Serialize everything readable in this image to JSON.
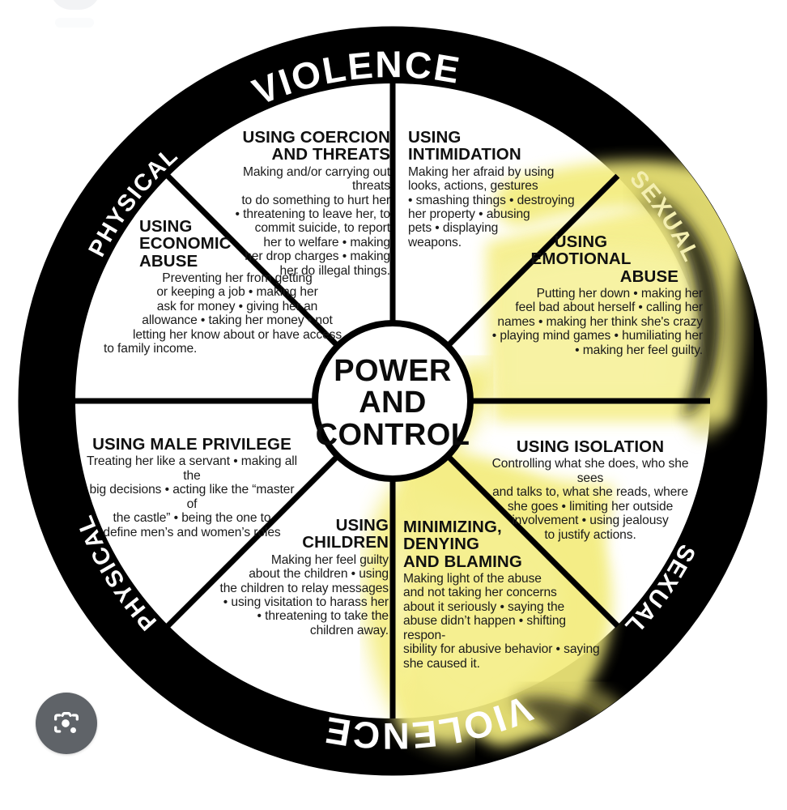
{
  "image": {
    "title": "Power and Control Wheel",
    "background_color": "#ffffff",
    "ink_color": "#000000",
    "highlight_color": "#f5ef8a"
  },
  "wheel": {
    "center_label_lines": [
      "POWER",
      "AND",
      "CONTROL"
    ],
    "outer_ring": {
      "top_left_label": "PHYSICAL",
      "top_center_label": "VIOLENCE",
      "top_right_label": "SEXUAL",
      "bottom_left_label": "PHYSICAL",
      "bottom_center_label": "VIOLENCE",
      "bottom_right_label": "SEXUAL"
    },
    "segments": [
      {
        "id": "using-coercion-and-threats",
        "heading": "USING COERCION\nAND THREATS",
        "heading_lines": [
          "USING COERCION",
          "AND THREATS"
        ],
        "body": "Making and/or carrying out threats to do something to hurt her • threatening to leave her, to commit suicide, to report her to welfare • making her drop charges • making her do illegal things.",
        "body_lines": [
          "Making and/or carrying out threats",
          "to do something to hurt her",
          "• threatening to leave her, to",
          "commit suicide, to report",
          "her to welfare • making",
          "her drop charges • making",
          "her do illegal things."
        ],
        "align": "right",
        "highlighted": false
      },
      {
        "id": "using-intimidation",
        "heading": "USING\nINTIMIDATION",
        "heading_lines": [
          "USING",
          "INTIMIDATION"
        ],
        "body": "Making her afraid by using looks, actions, gestures • smashing things • destroying her property • abusing pets • displaying weapons.",
        "body_lines": [
          "Making her afraid by using",
          "looks, actions, gestures",
          "• smashing things • destroying",
          "her property • abusing",
          "pets • displaying",
          "weapons."
        ],
        "align": "left",
        "highlighted": false
      },
      {
        "id": "using-economic-abuse",
        "heading": "USING\nECONOMIC\nABUSE",
        "heading_lines": [
          "USING",
          "ECONOMIC",
          "ABUSE"
        ],
        "body": "Preventing her from getting or keeping a job • making her ask for money • giving her an allowance • taking her money • not letting her know about or have access to family income.",
        "body_lines": [
          "Preventing her from getting",
          "or keeping a job • making her",
          "ask for money • giving her an",
          "allowance • taking her money • not",
          "letting her know about or have access",
          "to family income."
        ],
        "align": "left",
        "highlighted": false
      },
      {
        "id": "using-emotional-abuse",
        "heading": "USING\nEMOTIONAL\nABUSE",
        "heading_lines": [
          "USING",
          "EMOTIONAL",
          "ABUSE"
        ],
        "body": "Putting her down • making her feel bad about herself • calling her names • making her think she's crazy • playing mind games • humiliating her • making her feel guilty.",
        "body_lines": [
          "Putting her down • making her",
          "feel bad about herself • calling her",
          "names • making her think she's crazy",
          "• playing mind games • humiliating her",
          "• making her feel guilty."
        ],
        "align": "right",
        "highlighted": true
      },
      {
        "id": "using-male-privilege",
        "heading": "USING MALE PRIVILEGE",
        "heading_lines": [
          "USING MALE PRIVILEGE"
        ],
        "body": "Treating her like a servant • making all the big decisions • acting like the \"master of the castle\" • being the one to define men's and women's roles",
        "body_lines": [
          "Treating her like a servant • making all the",
          "big decisions • acting like the “master of",
          "the castle”  • being the one to",
          "define men’s and women’s roles"
        ],
        "align": "center",
        "highlighted": false
      },
      {
        "id": "using-isolation",
        "heading": "USING ISOLATION",
        "heading_lines": [
          "USING ISOLATION"
        ],
        "body": "Controlling what she does, who she sees and talks to, what she reads, where she goes • limiting her outside involvement • using jealousy to justify actions.",
        "body_lines": [
          "Controlling what she does, who she sees",
          "and talks to, what she reads, where",
          "she goes • limiting her outside",
          "involvement • using jealousy",
          "to justify actions."
        ],
        "align": "center",
        "highlighted": false
      },
      {
        "id": "using-children",
        "heading": "USING\nCHILDREN",
        "heading_lines": [
          "USING",
          "CHILDREN"
        ],
        "body": "Making her feel guilty about the children • using the children to relay messages • using visitation to harass her • threatening to take the children away.",
        "body_lines": [
          "Making her feel guilty",
          "about the children • using",
          "the children to relay messages",
          "• using visitation to harass her",
          "• threatening to take the",
          "children away."
        ],
        "align": "right",
        "highlighted": false
      },
      {
        "id": "minimizing-denying-and-blaming",
        "heading": "MINIMIZING,\nDENYING\nAND BLAMING",
        "heading_lines": [
          "MINIMIZING,",
          "DENYING",
          "AND BLAMING"
        ],
        "body": "Making light of the abuse and not taking her concerns about it seriously • saying the abuse didn't happen • shifting responsibility for abusive behavior • saying she caused it.",
        "body_lines": [
          "Making light of the abuse",
          "and not taking her concerns",
          "about it seriously • saying the",
          "abuse didn’t happen • shifting respon-",
          "sibility for abusive behavior • saying",
          "she caused it."
        ],
        "align": "left",
        "highlighted": true
      }
    ]
  },
  "overlay": {
    "lens_button_label": "Search with Google Lens",
    "lens_icon": "google-lens-icon"
  }
}
